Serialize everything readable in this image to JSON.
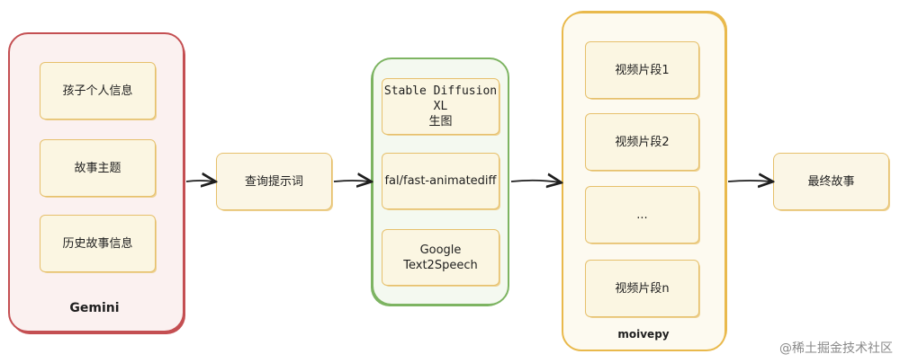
{
  "groups": {
    "gemini": {
      "label": "Gemini",
      "color": "#c44f52",
      "items": [
        "孩子个人信息",
        "故事主题",
        "历史故事信息"
      ]
    },
    "generators": {
      "color": "#7db462",
      "items": [
        "Stable Diffusion XL\n生图",
        "fal/fast-animatediff",
        "Google Text2Speech"
      ]
    },
    "moivepy": {
      "label": "moivepy",
      "color": "#e9b94c",
      "items": [
        "视频片段1",
        "视频片段2",
        "...",
        "视频片段n"
      ]
    }
  },
  "nodes": {
    "query": "查询提示词",
    "final": "最终故事"
  },
  "watermark": "@稀土掘金技术社区",
  "colors": {
    "node_fill": "#fbf6e2",
    "node_stroke": "#e6c06c",
    "arrow": "#1e1e1e"
  }
}
